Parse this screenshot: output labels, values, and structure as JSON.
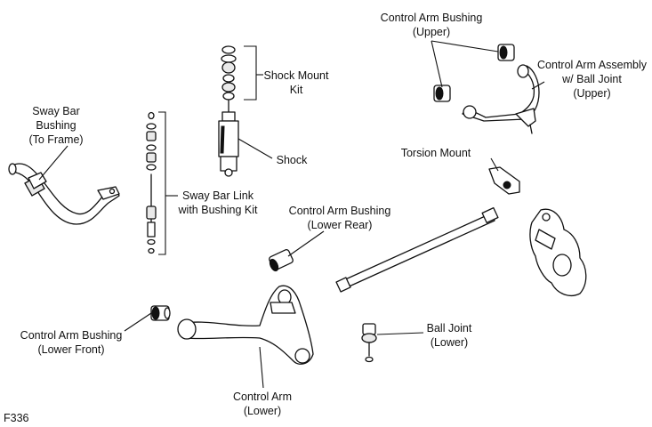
{
  "labels": {
    "cab_upper": [
      "Control Arm Bushing",
      "(Upper)"
    ],
    "caa_upper": [
      "Control Arm Assembly",
      "w/ Ball Joint",
      "(Upper)"
    ],
    "shock_mount": [
      "Shock Mount",
      "Kit"
    ],
    "shock": "Shock",
    "sway_bushing": [
      "Sway Bar",
      "Bushing",
      "(To Frame)"
    ],
    "sway_link": [
      "Sway Bar Link",
      "with Bushing Kit"
    ],
    "torsion_mount": "Torsion Mount",
    "cab_lower_rear": [
      "Control Arm Bushing",
      "(Lower Rear)"
    ],
    "cab_lower_front": [
      "Control Arm Bushing",
      "(Lower Front)"
    ],
    "ball_joint_lower": [
      "Ball Joint",
      "(Lower)"
    ],
    "control_arm_lower": [
      "Control Arm",
      "(Lower)"
    ]
  },
  "figure_code": "F336"
}
